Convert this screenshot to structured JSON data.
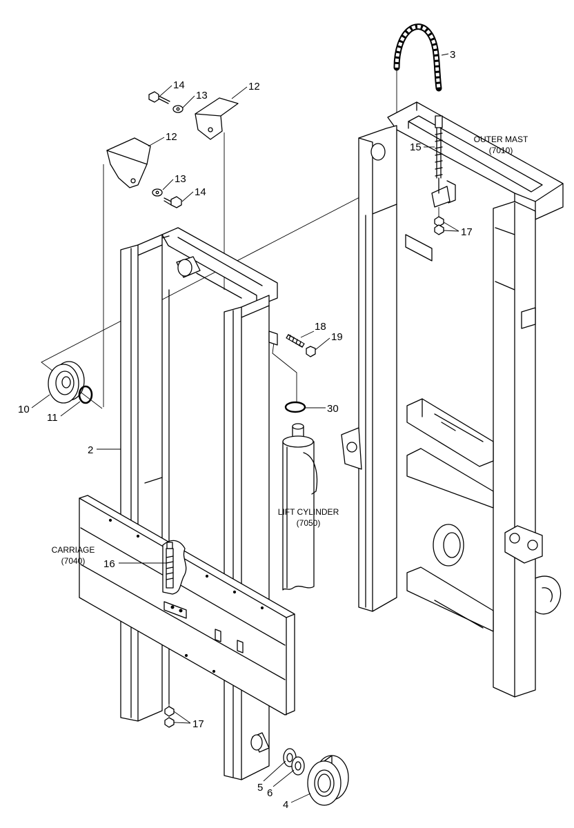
{
  "callouts": {
    "chain": "3",
    "bracket_upper": "12",
    "bracket_lower": "12",
    "washer_upper": "13",
    "washer_lower": "13",
    "bolt_upper": "14",
    "bolt_lower": "14",
    "anchor_bolt": "15",
    "nuts_upper": "17",
    "nuts_lower": "17",
    "stop_bolt": "18",
    "stop_nut": "19",
    "o_ring": "30",
    "roller": "10",
    "snap_ring": "11",
    "inner_mast": "2",
    "carriage_bolt": "16",
    "shim_a": "5",
    "shim_b": "6",
    "bearing": "4"
  },
  "assemblies": {
    "outer_mast": {
      "name": "OUTER MAST",
      "code": "(7010)"
    },
    "lift_cylinder": {
      "name": "LIFT CYLINDER",
      "code": "(7050)"
    },
    "carriage": {
      "name": "CARRIAGE",
      "code": "(7040)"
    }
  }
}
